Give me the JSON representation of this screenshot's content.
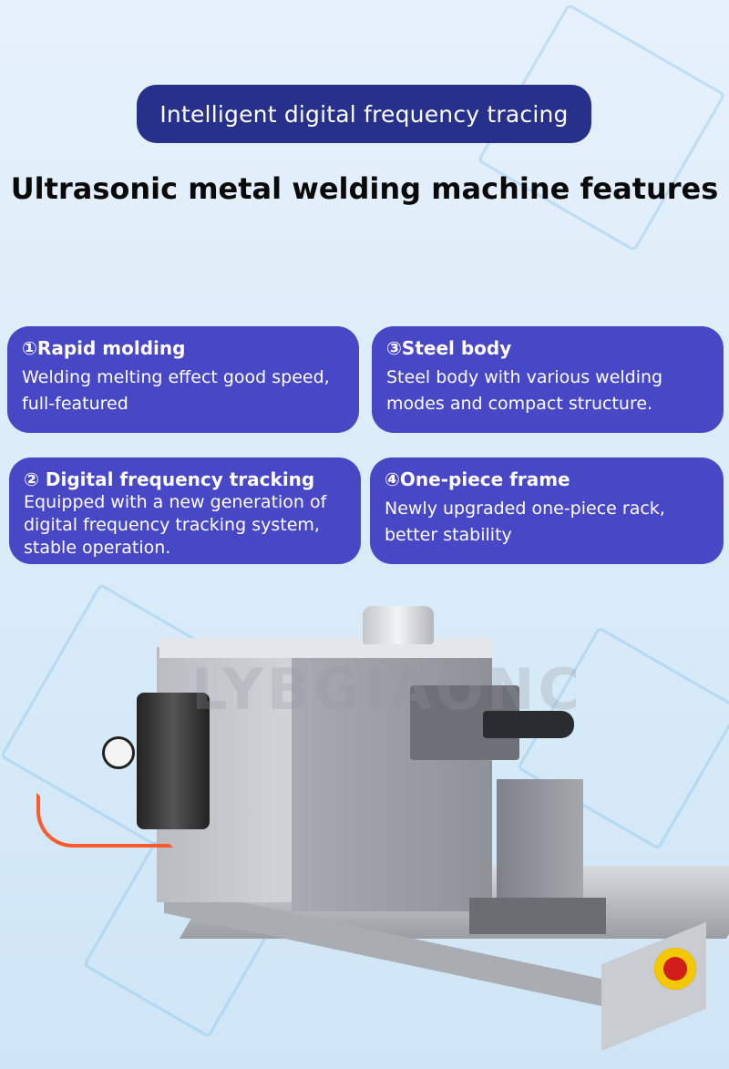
{
  "header": {
    "badge": "Intelligent digital frequency tracing",
    "title": "Ultrasonic metal welding machine features"
  },
  "features": [
    {
      "title": "①Rapid molding",
      "text": "Welding melting effect good speed, full-featured"
    },
    {
      "title": "③Steel body",
      "text": "Steel body with various welding modes and compact structure."
    },
    {
      "title": "② Digital frequency tracking",
      "text": "Equipped with a new generation of digital frequency tracking system, stable operation."
    },
    {
      "title": "④One-piece frame",
      "text": "Newly upgraded one-piece rack, better stability"
    }
  ],
  "watermark": "LYBGIAONC",
  "colors": {
    "badge": "#27308a",
    "card": "#4847c6"
  }
}
